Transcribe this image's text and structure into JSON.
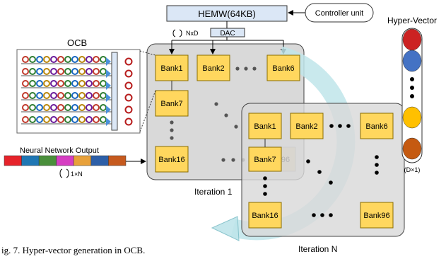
{
  "memory": {
    "label": "HEMW(64KB)"
  },
  "controller": {
    "label": "Controller unit"
  },
  "dac": {
    "label": "DAC",
    "dim_label": "NxD"
  },
  "ocb": {
    "label": "OCB"
  },
  "nn_output": {
    "label": "Neural Network Output",
    "dim_label": "1×N",
    "colors": [
      "#e6232a",
      "#1f77b4",
      "#4a8f3b",
      "#d63ec2",
      "#e8a13a",
      "#2d5fa8",
      "#c65a1e"
    ]
  },
  "hyper_vector": {
    "label": "Hyper-Vector",
    "dim_label": "(D×1)",
    "colors": [
      "#cc2222",
      "#4472c4",
      "#ffc000",
      "#c55a11"
    ]
  },
  "iteration1": {
    "label": "Iteration 1",
    "banks": [
      "Bank1",
      "Bank2",
      "Bank6",
      "Bank7",
      "Bank16"
    ],
    "hidden_partial": "96"
  },
  "iterationN": {
    "label": "Iteration N",
    "banks": [
      "Bank1",
      "Bank2",
      "Bank6",
      "Bank7",
      "Bank16",
      "Bank96"
    ]
  },
  "caption": "ig. 7.  Hyper-vector generation in OCB."
}
